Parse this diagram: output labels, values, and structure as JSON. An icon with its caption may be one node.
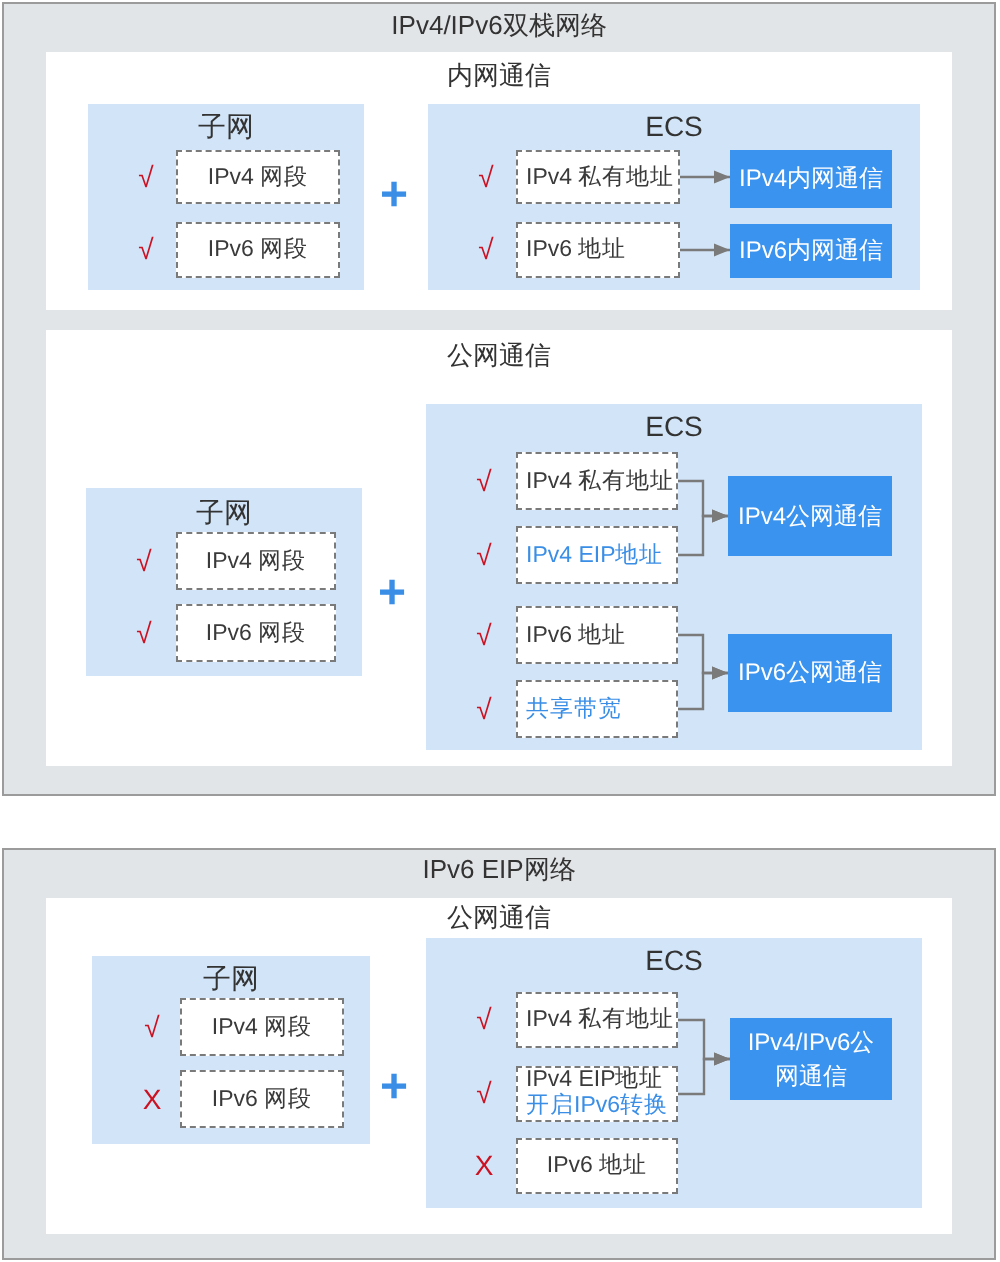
{
  "diagram": {
    "nodes": [
      {
        "text": [
          "IPv4/IPv6双栈网络"
        ]
      },
      {
        "text": [
          "内网通信"
        ],
        "in": 0
      },
      {
        "text": [
          "子网"
        ],
        "in": 1
      },
      {
        "text": [
          "IPv4 网段"
        ],
        "in": 2,
        "beside": [
          "√"
        ]
      },
      {
        "text": [
          "IPv6 网段"
        ],
        "in": 2,
        "beside": [
          "√"
        ]
      },
      {
        "text": [
          "ECS"
        ],
        "in": 1
      },
      {
        "text": [
          "IPv4 私有地址"
        ],
        "in": 5,
        "beside": [
          "√"
        ]
      },
      {
        "text": [
          "IPv4内网通信"
        ],
        "in": 5
      },
      {
        "text": [
          "IPv6 地址"
        ],
        "in": 5,
        "beside": [
          "√"
        ]
      },
      {
        "text": [
          "IPv6内网通信"
        ],
        "in": 5
      },
      {
        "text": [
          "公网通信"
        ],
        "in": 0
      },
      {
        "text": [
          "子网"
        ],
        "in": 10
      },
      {
        "text": [
          "IPv4 网段"
        ],
        "in": 11,
        "beside": [
          "√"
        ]
      },
      {
        "text": [
          "IPv6 网段"
        ],
        "in": 11,
        "beside": [
          "√"
        ]
      },
      {
        "text": [
          "ECS"
        ],
        "in": 10
      },
      {
        "text": [
          "IPv4 私有地址"
        ],
        "in": 14,
        "beside": [
          "√"
        ]
      },
      {
        "text": [
          "IPv4 EIP地址"
        ],
        "in": 14,
        "beside": [
          "√"
        ]
      },
      {
        "text": [
          "IPv4公网通信"
        ],
        "in": 14
      },
      {
        "text": [
          "IPv6 地址"
        ],
        "in": 14,
        "beside": [
          "√"
        ]
      },
      {
        "text": [
          "共享带宽"
        ],
        "in": 14,
        "beside": [
          "√"
        ]
      },
      {
        "text": [
          "IPv6公网通信"
        ],
        "in": 14
      },
      {
        "text": [
          "IPv6 EIP网络"
        ]
      },
      {
        "text": [
          "公网通信"
        ],
        "in": 21
      },
      {
        "text": [
          "子网"
        ],
        "in": 22
      },
      {
        "text": [
          "IPv4 网段"
        ],
        "in": 23,
        "beside": [
          "√"
        ]
      },
      {
        "text": [
          "IPv6 网段"
        ],
        "in": 23,
        "beside": [
          "X"
        ]
      },
      {
        "text": [
          "ECS"
        ],
        "in": 22
      },
      {
        "text": [
          "IPv4 私有地址"
        ],
        "in": 26,
        "beside": [
          "√"
        ]
      },
      {
        "text": [
          "IPv4 EIP地址",
          "开启IPv6转换"
        ],
        "in": 26,
        "beside": [
          "√"
        ]
      },
      {
        "text": [
          "IPv4/IPv6公网通信"
        ],
        "in": 26
      },
      {
        "text": [
          "IPv6 地址"
        ],
        "in": 26,
        "beside": [
          "X"
        ]
      }
    ],
    "edges": [
      {
        "from": 6,
        "to": 7,
        "arrow": "to"
      },
      {
        "from": 8,
        "to": 9,
        "arrow": "to"
      },
      {
        "from": 15,
        "to": 17,
        "arrow": "to"
      },
      {
        "from": 16,
        "to": 17,
        "arrow": "to"
      },
      {
        "from": 18,
        "to": 20,
        "arrow": "to"
      },
      {
        "from": 19,
        "to": 20,
        "arrow": "to"
      },
      {
        "from": 27,
        "to": 29,
        "arrow": "to"
      },
      {
        "from": 28,
        "to": 29,
        "arrow": "to"
      }
    ],
    "labels": [
      "+",
      "+",
      "+"
    ]
  }
}
